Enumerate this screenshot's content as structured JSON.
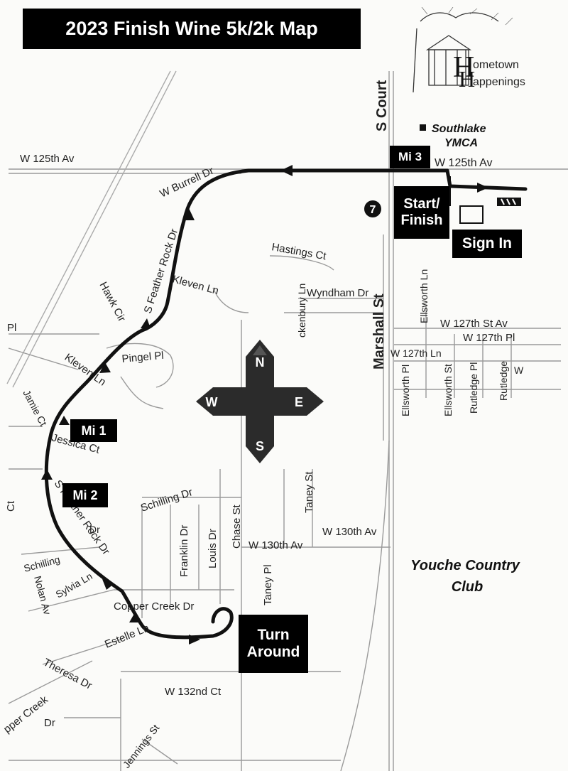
{
  "title": "2023 Finish Wine 5k/2k Map",
  "logo": {
    "word1": "ometown",
    "word2": "appenings",
    "initial1": "H",
    "initial2": "H"
  },
  "markers": {
    "start_finish": "Start/\nFinish",
    "sign_in": "Sign In",
    "mi1": "Mi 1",
    "mi2": "Mi 2",
    "mi3": "Mi 3",
    "turn_around": "Turn\nAround",
    "route_number": "7"
  },
  "compass": {
    "n": "N",
    "s": "S",
    "e": "E",
    "w": "W"
  },
  "places": {
    "ymca_line1": "Southlake",
    "ymca_line2": "YMCA",
    "club_line1": "Youche Country",
    "club_line2": "Club"
  },
  "streets": {
    "w125_left": "W 125th Av",
    "w125_right": "W 125th Av",
    "s_court": "S Court",
    "marshall": "Marshall St",
    "w_burrell": "W Burrell Dr",
    "s_feather_rock_upper": "S Feather Rock Dr",
    "hawk_cir": "Hawk Cir",
    "kleven_ln_upper": "Kleven Ln",
    "hastings_ct": "Hastings Ct",
    "wyndham_dr": "Wyndham Dr",
    "ackenbury_ln": "ckenbury Ln",
    "pingel_pl": "Pingel Pl",
    "kleven_ln_lower": "Kleven Ln",
    "jamie_ct": "Jamie Ct",
    "jessica_ct": "Jessica Ct",
    "s_feather_rock_lower": "S Feather Rock Dr",
    "schilling_dr_upper": "Schilling Dr",
    "schilling_dr_lower": "Schilling",
    "dr_fragment": "Dr",
    "nolan_av": "Nolan Av",
    "sylvia_ln": "Sylvia Ln",
    "copper_creek_dr": "Copper Creek Dr",
    "estelle_ln": "Estelle Ln",
    "franklin_dr": "Franklin Dr",
    "louis_dr": "Louis Dr",
    "chase_st": "Chase St",
    "taney_st": "Taney St",
    "taney_pl": "Taney Pl",
    "w130_left": "W 130th Av",
    "w130_right": "W 130th Av",
    "theresa_dr": "Theresa Dr",
    "w132nd_ct": "W 132nd Ct",
    "copper_creek_sw": "pper Creek",
    "dr_sw": "Dr",
    "jennings_st": "Jennings St",
    "ellsworth_pl": "Ellsworth Pl",
    "ellsworth_ln": "Ellsworth Ln",
    "ellsworth_st": "Ellsworth St",
    "w127_st_av": "W 127th St Av",
    "w127_pl": "W 127th Pl",
    "w127_ln": "W 127th Ln",
    "rutledge_pl": "Rutledge Pl",
    "rutledge_ln": "Rutledge",
    "w_fragment": "W",
    "pl_fragment": "Pl",
    "ct_fragment": "Ct"
  }
}
